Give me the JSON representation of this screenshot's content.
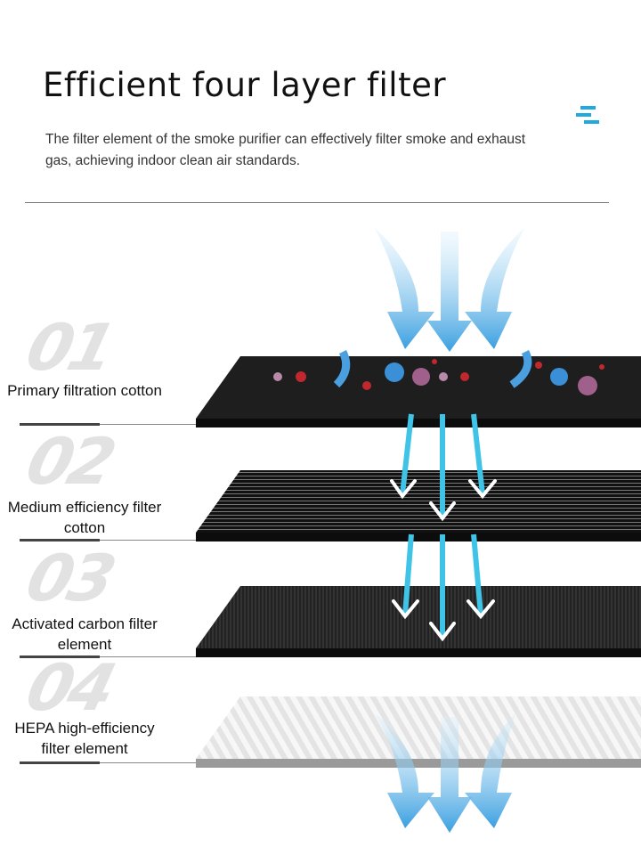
{
  "header": {
    "title": "Efficient four layer filter",
    "subtitle": "The filter element of the smoke purifier can effectively filter smoke and exhaust gas, achieving indoor clean air standards."
  },
  "accent_color": "#1fa9df",
  "layers": [
    {
      "number": "01",
      "label": "Primary filtration cotton",
      "color": "#1c1c1c"
    },
    {
      "number": "02",
      "label": "Medium efficiency filter cotton",
      "color": "#151515"
    },
    {
      "number": "03",
      "label": "Activated carbon filter element",
      "color": "#202020"
    },
    {
      "number": "04",
      "label": "HEPA high-efficiency filter element",
      "color": "#e8e8e8"
    }
  ]
}
